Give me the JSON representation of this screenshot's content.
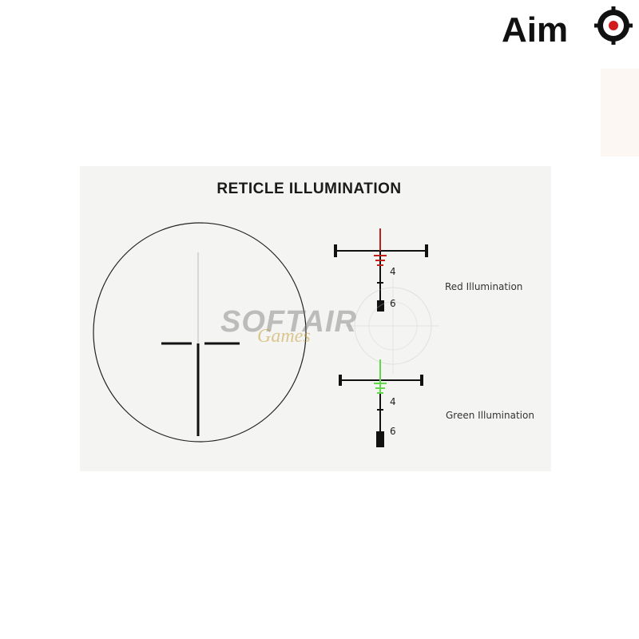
{
  "brand": {
    "logo_text": "Aim",
    "logo_icon": "crosshair-o-icon",
    "accent": "#d11a1a"
  },
  "panel": {
    "title": "RETICLE ILLUMINATION",
    "red_label": "Red Illumination",
    "green_label": "Green Illumination",
    "red_marks": [
      "4",
      "6"
    ],
    "green_marks": [
      "4",
      "6"
    ]
  },
  "watermark": {
    "line1": "SOFTAIR",
    "line2": "Games"
  },
  "colors": {
    "red": "#c0201a",
    "green": "#5fd84a",
    "reticle": "#1a1a1a"
  }
}
